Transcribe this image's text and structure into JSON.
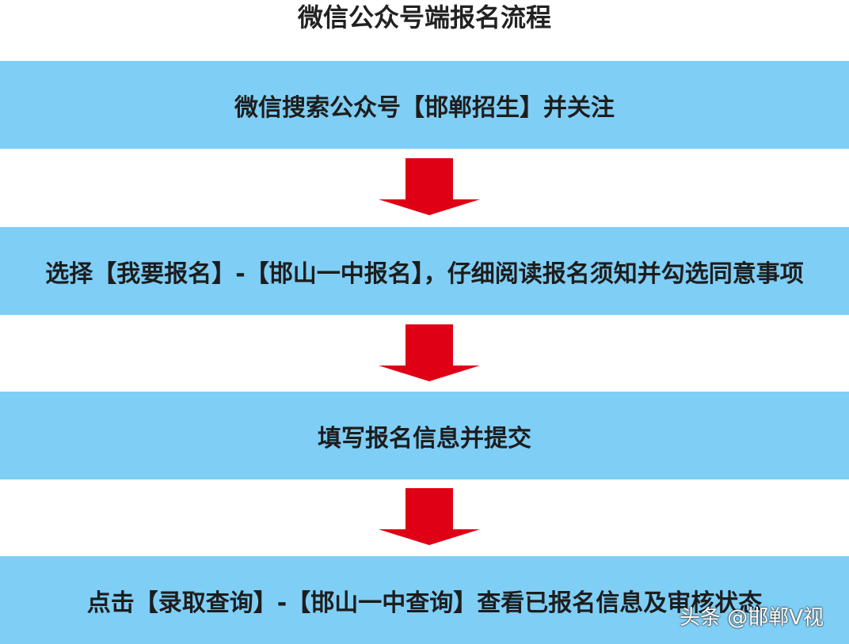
{
  "title": "微信公众号端报名流程",
  "steps": [
    "微信搜索公众号【邯郸招生】并关注",
    "选择【我要报名】-【邯山一中报名】，仔细阅读报名须知并勾选同意事项",
    "填写报名信息并提交",
    "点击【录取查询】-【邯山一中查询】查看已报名信息及审核状态"
  ],
  "watermark": "头条 @邯郸V视",
  "colors": {
    "band": "#7fcef6",
    "arrow": "#e00016"
  }
}
